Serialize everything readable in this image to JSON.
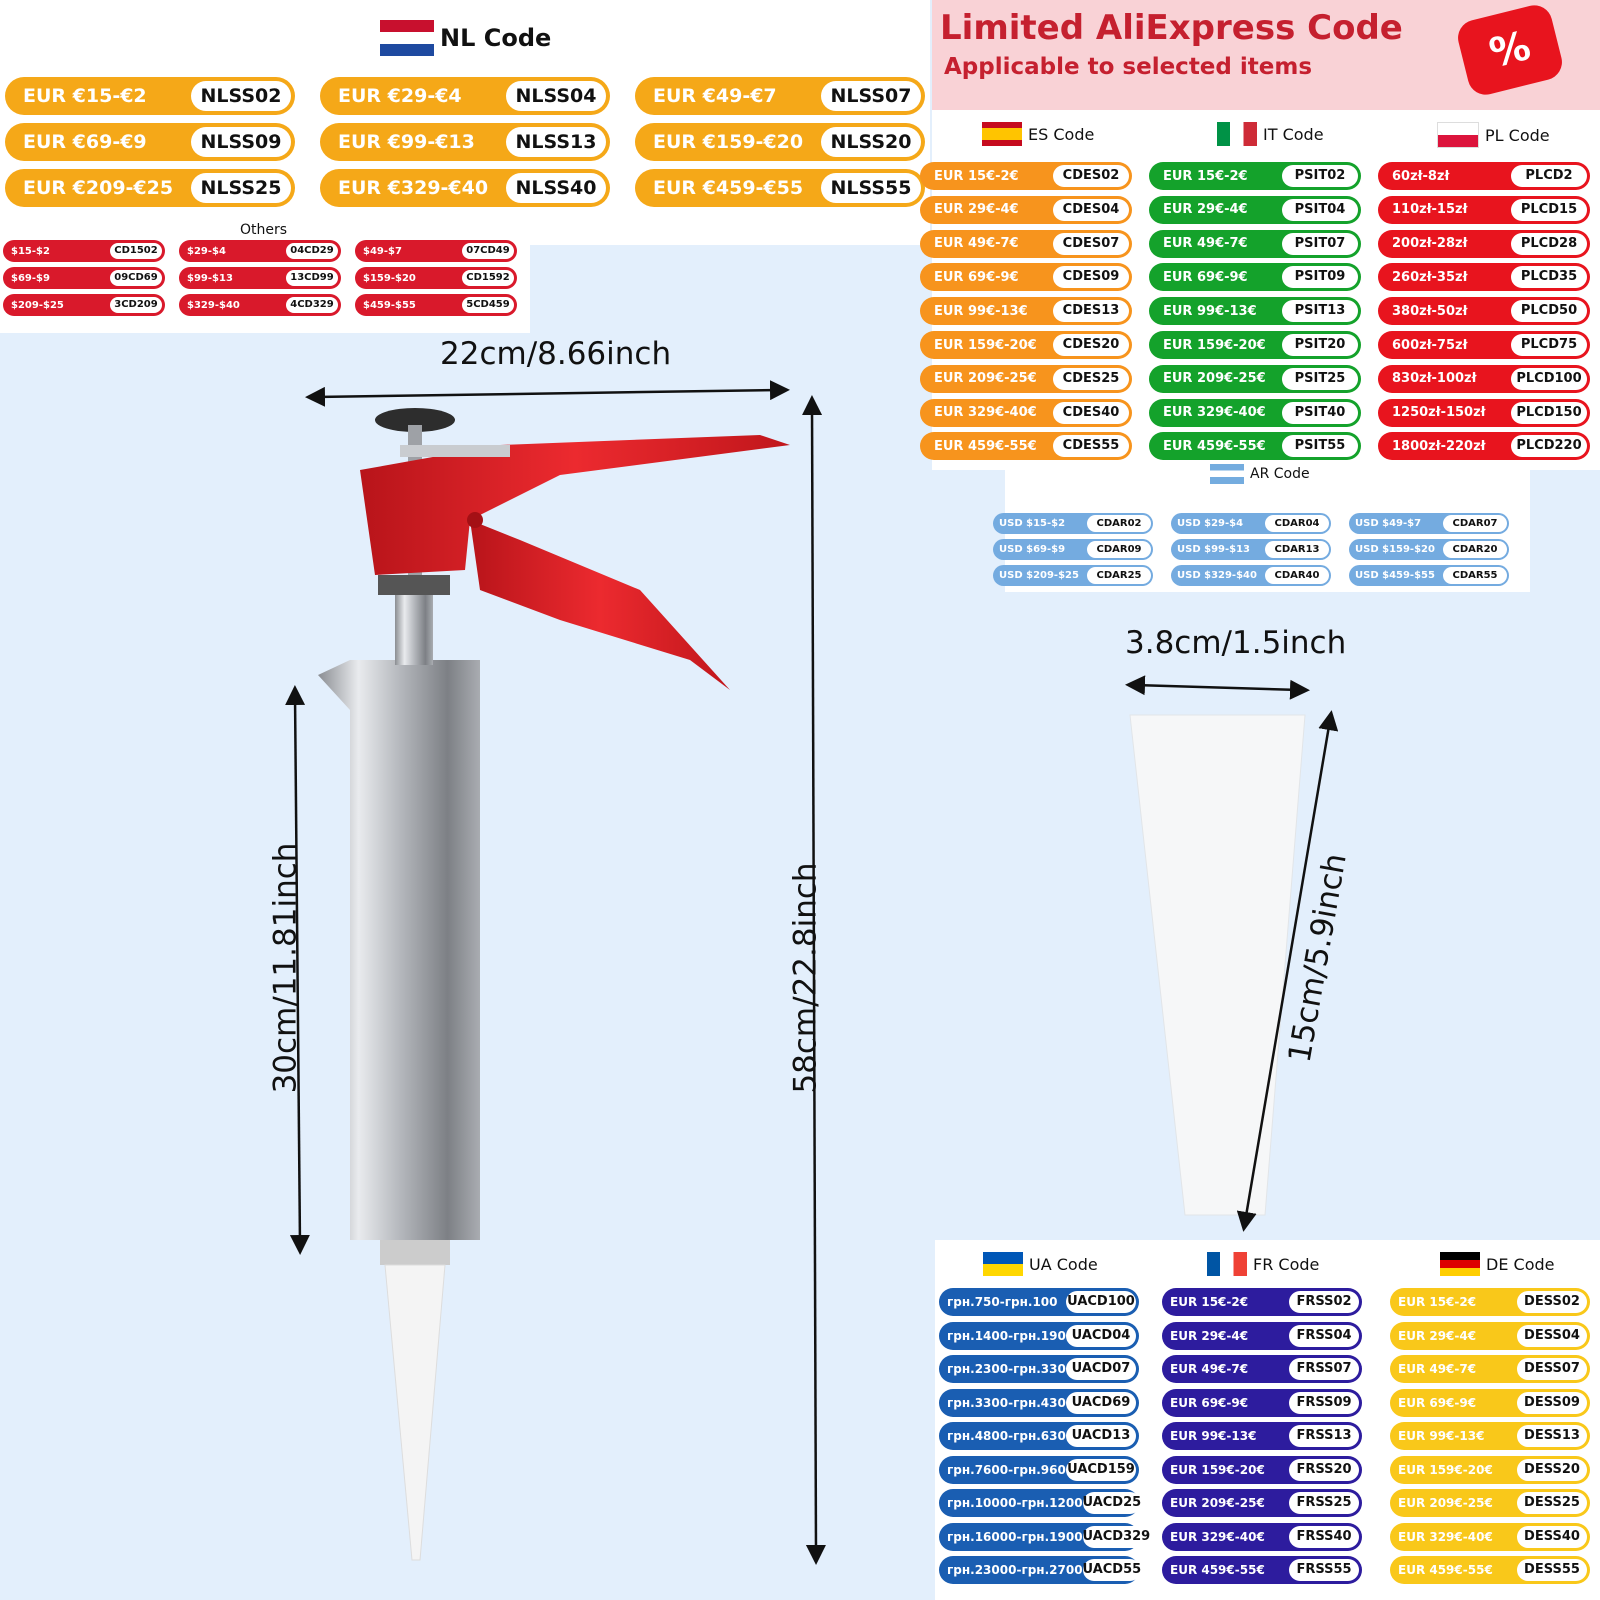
{
  "nl": {
    "title": "NL Code",
    "rows": [
      [
        {
          "amt": "EUR €15-€2",
          "code": "NLSS02"
        },
        {
          "amt": "EUR €29-€4",
          "code": "NLSS04"
        },
        {
          "amt": "EUR €49-€7",
          "code": "NLSS07"
        }
      ],
      [
        {
          "amt": "EUR €69-€9",
          "code": "NLSS09"
        },
        {
          "amt": "EUR €99-€13",
          "code": "NLSS13"
        },
        {
          "amt": "EUR €159-€20",
          "code": "NLSS20"
        }
      ],
      [
        {
          "amt": "EUR €209-€25",
          "code": "NLSS25"
        },
        {
          "amt": "EUR €329-€40",
          "code": "NLSS40"
        },
        {
          "amt": "EUR €459-€55",
          "code": "NLSS55"
        }
      ]
    ]
  },
  "others": {
    "title": "Others",
    "rows": [
      [
        {
          "amt": "$15-$2",
          "code": "CD1502"
        },
        {
          "amt": "$29-$4",
          "code": "04CD29"
        },
        {
          "amt": "$49-$7",
          "code": "07CD49"
        }
      ],
      [
        {
          "amt": "$69-$9",
          "code": "09CD69"
        },
        {
          "amt": "$99-$13",
          "code": "13CD99"
        },
        {
          "amt": "$159-$20",
          "code": "CD1592"
        }
      ],
      [
        {
          "amt": "$209-$25",
          "code": "3CD209"
        },
        {
          "amt": "$329-$40",
          "code": "4CD329"
        },
        {
          "amt": "$459-$55",
          "code": "5CD459"
        }
      ]
    ]
  },
  "promo": {
    "title": "Limited AliExpress Code",
    "subtitle": "Applicable to selected items",
    "badge": "%"
  },
  "es": {
    "title": "ES Code",
    "items": [
      {
        "amt": "EUR 15€-2€",
        "code": "CDES02"
      },
      {
        "amt": "EUR 29€-4€",
        "code": "CDES04"
      },
      {
        "amt": "EUR 49€-7€",
        "code": "CDES07"
      },
      {
        "amt": "EUR 69€-9€",
        "code": "CDES09"
      },
      {
        "amt": "EUR 99€-13€",
        "code": "CDES13"
      },
      {
        "amt": "EUR 159€-20€",
        "code": "CDES20"
      },
      {
        "amt": "EUR 209€-25€",
        "code": "CDES25"
      },
      {
        "amt": "EUR 329€-40€",
        "code": "CDES40"
      },
      {
        "amt": "EUR 459€-55€",
        "code": "CDES55"
      }
    ]
  },
  "it": {
    "title": "IT Code",
    "items": [
      {
        "amt": "EUR 15€-2€",
        "code": "PSIT02"
      },
      {
        "amt": "EUR 29€-4€",
        "code": "PSIT04"
      },
      {
        "amt": "EUR 49€-7€",
        "code": "PSIT07"
      },
      {
        "amt": "EUR 69€-9€",
        "code": "PSIT09"
      },
      {
        "amt": "EUR 99€-13€",
        "code": "PSIT13"
      },
      {
        "amt": "EUR 159€-20€",
        "code": "PSIT20"
      },
      {
        "amt": "EUR 209€-25€",
        "code": "PSIT25"
      },
      {
        "amt": "EUR 329€-40€",
        "code": "PSIT40"
      },
      {
        "amt": "EUR 459€-55€",
        "code": "PSIT55"
      }
    ]
  },
  "pl": {
    "title": "PL Code",
    "items": [
      {
        "amt": "60zł-8zł",
        "code": "PLCD2"
      },
      {
        "amt": "110zł-15zł",
        "code": "PLCD15"
      },
      {
        "amt": "200zł-28zł",
        "code": "PLCD28"
      },
      {
        "amt": "260zł-35zł",
        "code": "PLCD35"
      },
      {
        "amt": "380zł-50zł",
        "code": "PLCD50"
      },
      {
        "amt": "600zł-75zł",
        "code": "PLCD75"
      },
      {
        "amt": "830zł-100zł",
        "code": "PLCD100"
      },
      {
        "amt": "1250zł-150zł",
        "code": "PLCD150"
      },
      {
        "amt": "1800zł-220zł",
        "code": "PLCD220"
      }
    ]
  },
  "ar": {
    "title": "AR Code",
    "rows": [
      [
        {
          "amt": "USD $15-$2",
          "code": "CDAR02"
        },
        {
          "amt": "USD $29-$4",
          "code": "CDAR04"
        },
        {
          "amt": "USD $49-$7",
          "code": "CDAR07"
        }
      ],
      [
        {
          "amt": "USD $69-$9",
          "code": "CDAR09"
        },
        {
          "amt": "USD $99-$13",
          "code": "CDAR13"
        },
        {
          "amt": "USD $159-$20",
          "code": "CDAR20"
        }
      ],
      [
        {
          "amt": "USD $209-$25",
          "code": "CDAR25"
        },
        {
          "amt": "USD $329-$40",
          "code": "CDAR40"
        },
        {
          "amt": "USD $459-$55",
          "code": "CDAR55"
        }
      ]
    ]
  },
  "ua": {
    "title": "UA Code",
    "items": [
      {
        "amt": "грн.750-грн.100",
        "code": "UACD100"
      },
      {
        "amt": "грн.1400-грн.190",
        "code": "UACD04"
      },
      {
        "amt": "грн.2300-грн.330",
        "code": "UACD07"
      },
      {
        "amt": "грн.3300-грн.430",
        "code": "UACD69"
      },
      {
        "amt": "грн.4800-грн.630",
        "code": "UACD13"
      },
      {
        "amt": "грн.7600-грн.960",
        "code": "UACD159"
      },
      {
        "amt": "грн.10000-грн.1200",
        "code": "UACD25"
      },
      {
        "amt": "грн.16000-грн.1900",
        "code": "UACD329"
      },
      {
        "amt": "грн.23000-грн.2700",
        "code": "UACD55"
      }
    ]
  },
  "fr": {
    "title": "FR Code",
    "items": [
      {
        "amt": "EUR 15€-2€",
        "code": "FRSS02"
      },
      {
        "amt": "EUR 29€-4€",
        "code": "FRSS04"
      },
      {
        "amt": "EUR 49€-7€",
        "code": "FRSS07"
      },
      {
        "amt": "EUR 69€-9€",
        "code": "FRSS09"
      },
      {
        "amt": "EUR 99€-13€",
        "code": "FRSS13"
      },
      {
        "amt": "EUR 159€-20€",
        "code": "FRSS20"
      },
      {
        "amt": "EUR 209€-25€",
        "code": "FRSS25"
      },
      {
        "amt": "EUR 329€-40€",
        "code": "FRSS40"
      },
      {
        "amt": "EUR 459€-55€",
        "code": "FRSS55"
      }
    ]
  },
  "de": {
    "title": "DE Code",
    "items": [
      {
        "amt": "EUR 15€-2€",
        "code": "DESS02"
      },
      {
        "amt": "EUR 29€-4€",
        "code": "DESS04"
      },
      {
        "amt": "EUR 49€-7€",
        "code": "DESS07"
      },
      {
        "amt": "EUR 69€-9€",
        "code": "DESS09"
      },
      {
        "amt": "EUR 99€-13€",
        "code": "DESS13"
      },
      {
        "amt": "EUR 159€-20€",
        "code": "DESS20"
      },
      {
        "amt": "EUR 209€-25€",
        "code": "DESS25"
      },
      {
        "amt": "EUR 329€-40€",
        "code": "DESS40"
      },
      {
        "amt": "EUR 459€-55€",
        "code": "DESS55"
      }
    ]
  },
  "dimensions": {
    "width": "22cm/8.66inch",
    "total_length": "58cm/22.8inch",
    "tube_length": "30cm/11.81inch",
    "nozzle_width": "3.8cm/1.5inch",
    "nozzle_length": "15cm/5.9inch"
  },
  "colors": {
    "nl": "#f5a818",
    "es": "#f7941d",
    "it": "#14a22b",
    "pl": "#e8141e",
    "ar": "#74abe0",
    "ua": "#1a5eb2",
    "fr": "#2d1c9e",
    "de": "#f9c81a",
    "others": "#d9192b",
    "promo_title": "#c5202f"
  }
}
